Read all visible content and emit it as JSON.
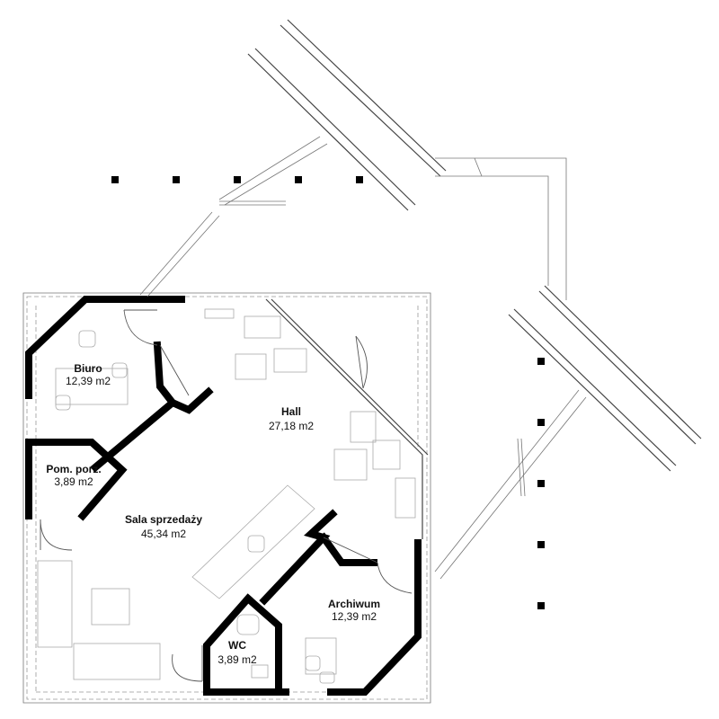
{
  "rooms": {
    "biuro": {
      "name": "Biuro",
      "area": "12,39 m2"
    },
    "hall": {
      "name": "Hall",
      "area": "27,18 m2"
    },
    "pom_porz": {
      "name": "Pom. porz.",
      "area": "3,89 m2"
    },
    "sala": {
      "name": "Sala sprzedaży",
      "area": "45,34 m2"
    },
    "archiwum": {
      "name": "Archiwum",
      "area": "12,39 m2"
    },
    "wc": {
      "name": "WC",
      "area": "3,89 m2"
    }
  }
}
